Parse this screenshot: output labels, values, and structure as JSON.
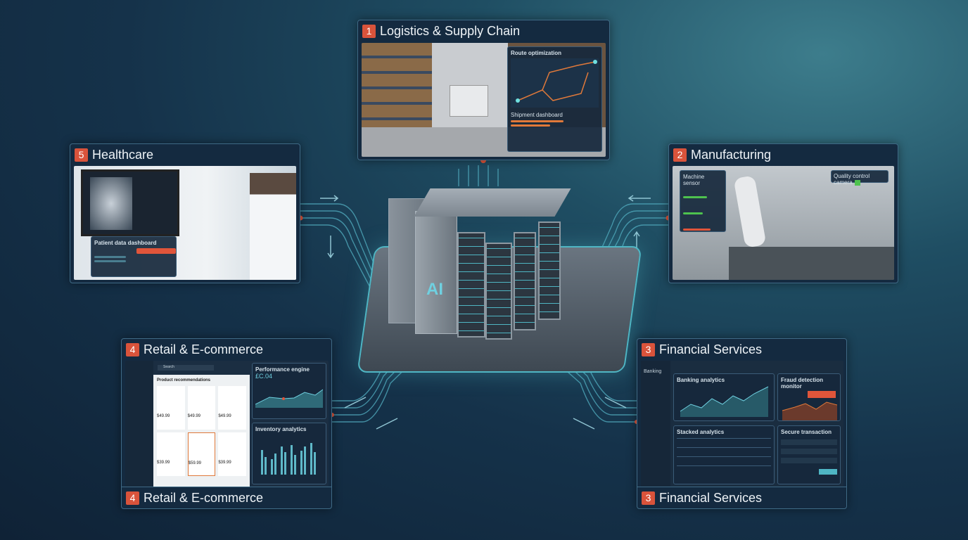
{
  "center": {
    "label": "AI"
  },
  "panels": {
    "logistics": {
      "number": "1",
      "title": "Logistics & Supply Chain",
      "route_card": "Route optimization",
      "shipment_card": "Shipment dashboard"
    },
    "manufacturing": {
      "number": "2",
      "title": "Manufacturing",
      "sensor_card": "Machine sensor",
      "camera_card": "Quality control camera"
    },
    "financial": {
      "number": "3",
      "title": "Financial Services",
      "app": "Banking",
      "chart1": "Banking analytics",
      "chart2": "Fraud detection monitor",
      "table": "Stacked analytics",
      "form": "Secure transaction"
    },
    "retail": {
      "number": "4",
      "title": "Retail & E-commerce",
      "grid": "Product recommendations",
      "search": "Search",
      "chart1": "Performance engine",
      "metric": "£C.04",
      "chart2": "Inventory analytics",
      "prices": [
        "$49.99",
        "$49.99",
        "$49.99",
        "$39.99",
        "$59.99",
        "$39.99"
      ]
    },
    "healthcare": {
      "number": "5",
      "title": "Healthcare",
      "card": "Patient data dashboard"
    }
  },
  "colors": {
    "accent": "#d9533b",
    "teal": "#4fb6c4",
    "bg": "#15324a"
  }
}
